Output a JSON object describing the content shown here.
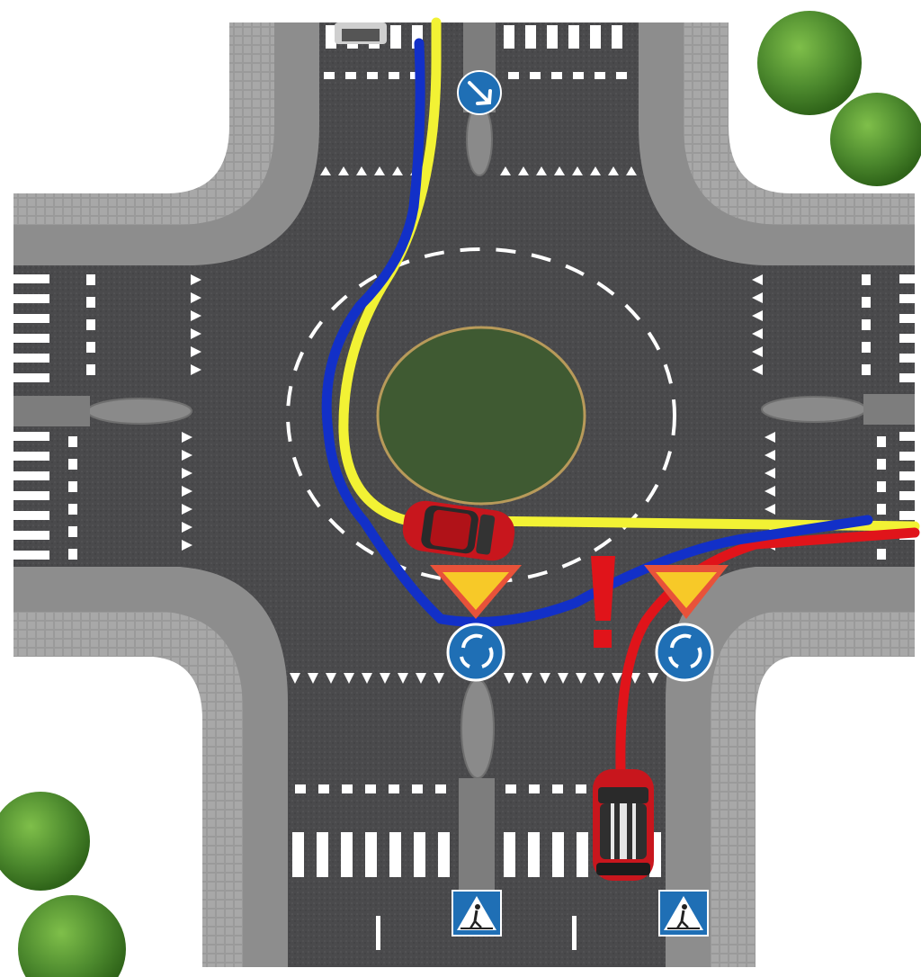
{
  "scene": {
    "description_free": true,
    "colors": {
      "background": "#ffffff",
      "asphalt": "#4a4a4c",
      "asphalt_dark": "#3d3d3f",
      "sidewalk": "#8d8d8d",
      "sidewalk_cobble": "#a2a2a2",
      "curb_edge": "#c9a86a",
      "island": "#3f5a32",
      "island_edge": "#b89a5a",
      "marking": "#ffffff",
      "tree": "#4d8a2e",
      "tree_dark": "#2f6419",
      "sign_blue": "#1f6fb5",
      "yield_fill": "#f7c928",
      "yield_border": "#e8523a",
      "car_red": "#c8161d",
      "path_yellow": "#f2f234",
      "path_blue": "#1230c8",
      "path_red": "#e0141a",
      "exclamation": "#e0141a"
    }
  },
  "signs": {
    "keep_right": {
      "icon": "arrow-down-right-icon"
    },
    "roundabout_left": {
      "icon": "roundabout-icon"
    },
    "roundabout_right": {
      "icon": "roundabout-icon"
    },
    "yield_left": {
      "icon": "yield-triangle-icon"
    },
    "yield_right": {
      "icon": "yield-triangle-icon"
    },
    "pedestrian_left": {
      "icon": "pedestrian-crossing-icon"
    },
    "pedestrian_right": {
      "icon": "pedestrian-crossing-icon"
    }
  },
  "paths": {
    "yellow": {
      "color_key": "path_yellow"
    },
    "blue": {
      "color_key": "path_blue"
    },
    "red": {
      "color_key": "path_red"
    }
  },
  "warning": {
    "text": "!"
  }
}
